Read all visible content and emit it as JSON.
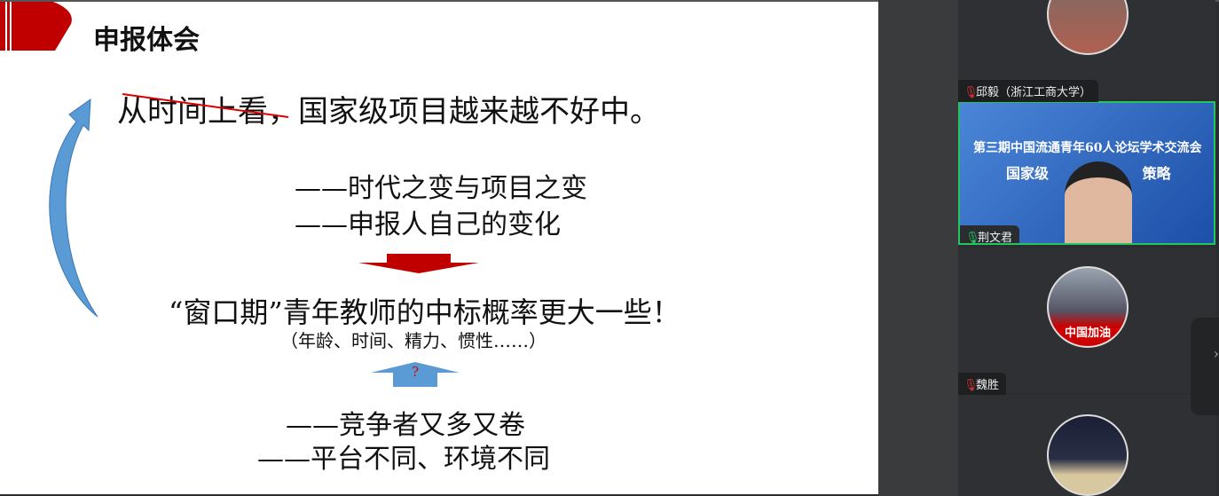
{
  "slide": {
    "title": "申报体会",
    "line1": "从时间上看，国家级项目越来越不好中。",
    "sub1": "——时代之变与项目之变",
    "sub2": "——申报人自己的变化",
    "main": "“窗口期”青年教师的中标概率更大一些！",
    "paren": "（年龄、时间、精力、惯性……）",
    "question": "?",
    "sub3": "——竞争者又多又卷",
    "sub4": "——平台不同、环境不同"
  },
  "participants": [
    {
      "name": "邱毅（浙江工商大学）",
      "muted": true
    },
    {
      "name": "荆文君",
      "muted": false,
      "video_title": "第三期中国流通青年60人论坛学术交流会",
      "video_subtitle": "国家级 策略"
    },
    {
      "name": "魏胜",
      "muted": true,
      "avatar_text": "中国加油"
    },
    {
      "name": ""
    }
  ],
  "colors": {
    "accent_red": "#c00000",
    "arrow_blue": "#5b9bd5",
    "active_border": "#22c55e"
  }
}
